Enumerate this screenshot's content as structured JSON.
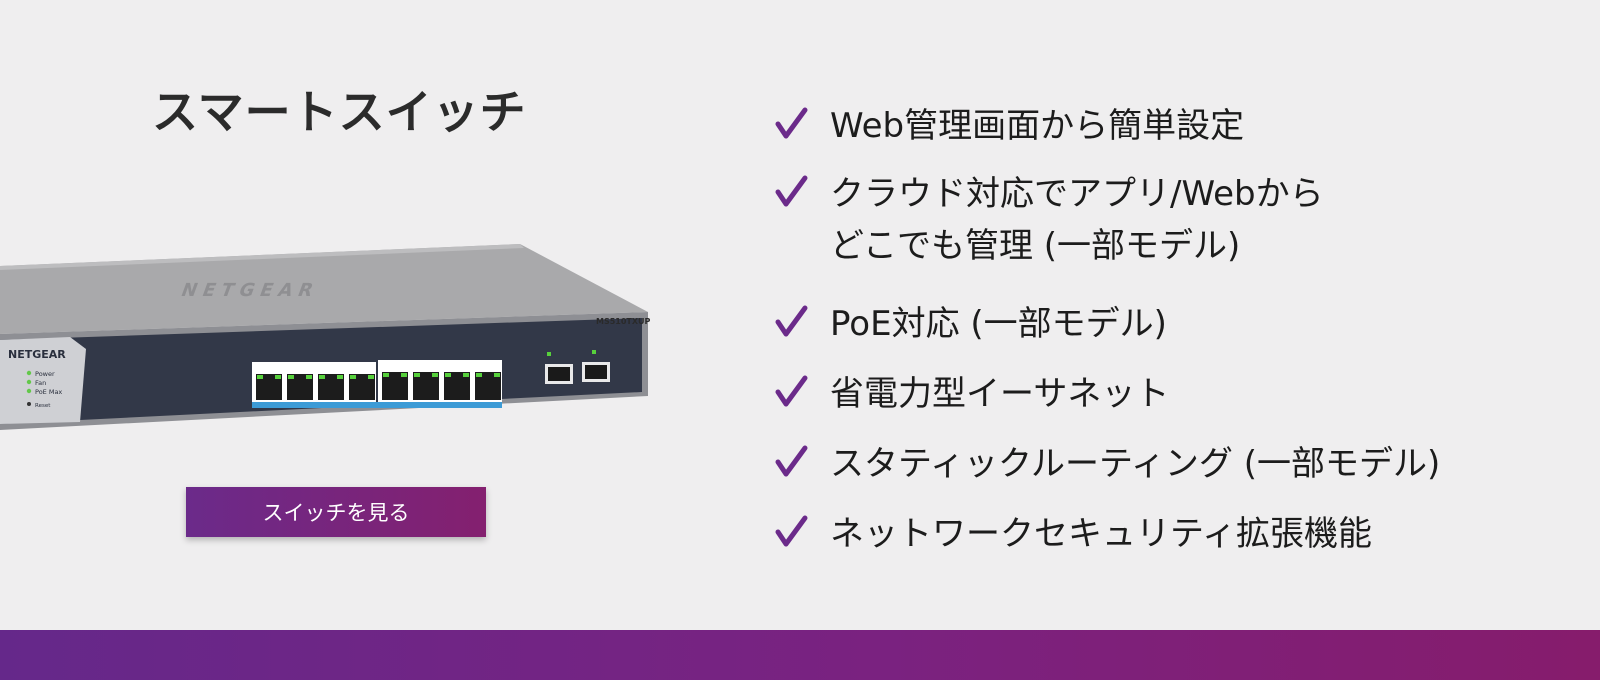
{
  "title": "スマートスイッチ",
  "product": {
    "brand_top": "NETGEAR",
    "brand_front": "NETGEAR",
    "model": "MS510TXUP",
    "leds": [
      "Power",
      "Fan",
      "PoE Max",
      "Reset"
    ]
  },
  "cta_label": "スイッチを見る",
  "features": [
    {
      "lines": [
        "Web管理画面から簡単設定"
      ]
    },
    {
      "lines": [
        "クラウド対応でアプリ/Webから",
        "どこでも管理 (一部モデル)"
      ]
    },
    {
      "lines": [
        " PoE対応 (一部モデル)"
      ]
    },
    {
      "lines": [
        "省電力型イーサネット"
      ]
    },
    {
      "lines": [
        "スタティックルーティング (一部モデル)"
      ]
    },
    {
      "lines": [
        "ネットワークセキュリティ拡張機能"
      ]
    }
  ],
  "colors": {
    "accent": "#6b2a8a",
    "accent_end": "#861c6c",
    "background": "#efeeef"
  }
}
